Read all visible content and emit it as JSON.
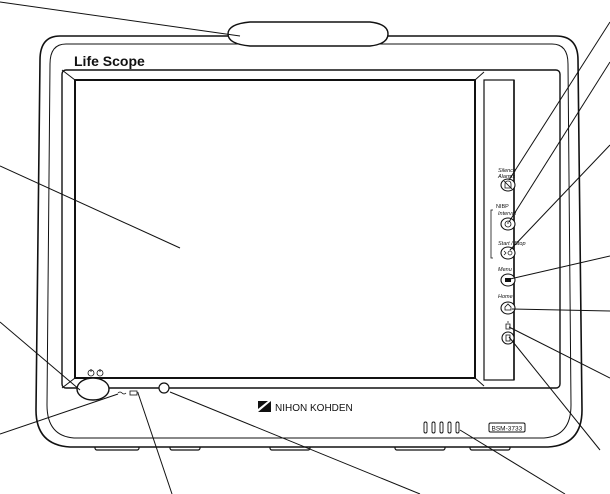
{
  "device": {
    "brand": "Life Scope",
    "manufacturer": "NIHON KOHDEN",
    "model": "BSM-3733"
  },
  "keys": {
    "silence_alarms_line1": "Silence",
    "silence_alarms_line2": "Alarms",
    "nibp_title": "NIBP",
    "nibp_interval": "Interval",
    "nibp_start_stop": "Start / Stop",
    "menu": "Menu",
    "home": "Home"
  },
  "colors": {
    "outline": "#111111",
    "body_fill": "#ffffff"
  },
  "icons": {
    "silence": "bell-slash-icon",
    "interval": "clock-icon",
    "start_stop": "start-stop-icon",
    "menu": "menu-icon",
    "home": "home-icon",
    "record": "record-icon",
    "power": "power-icon",
    "ac_battery": "ac-battery-icon",
    "logo": "nihon-kohden-logo-icon"
  }
}
